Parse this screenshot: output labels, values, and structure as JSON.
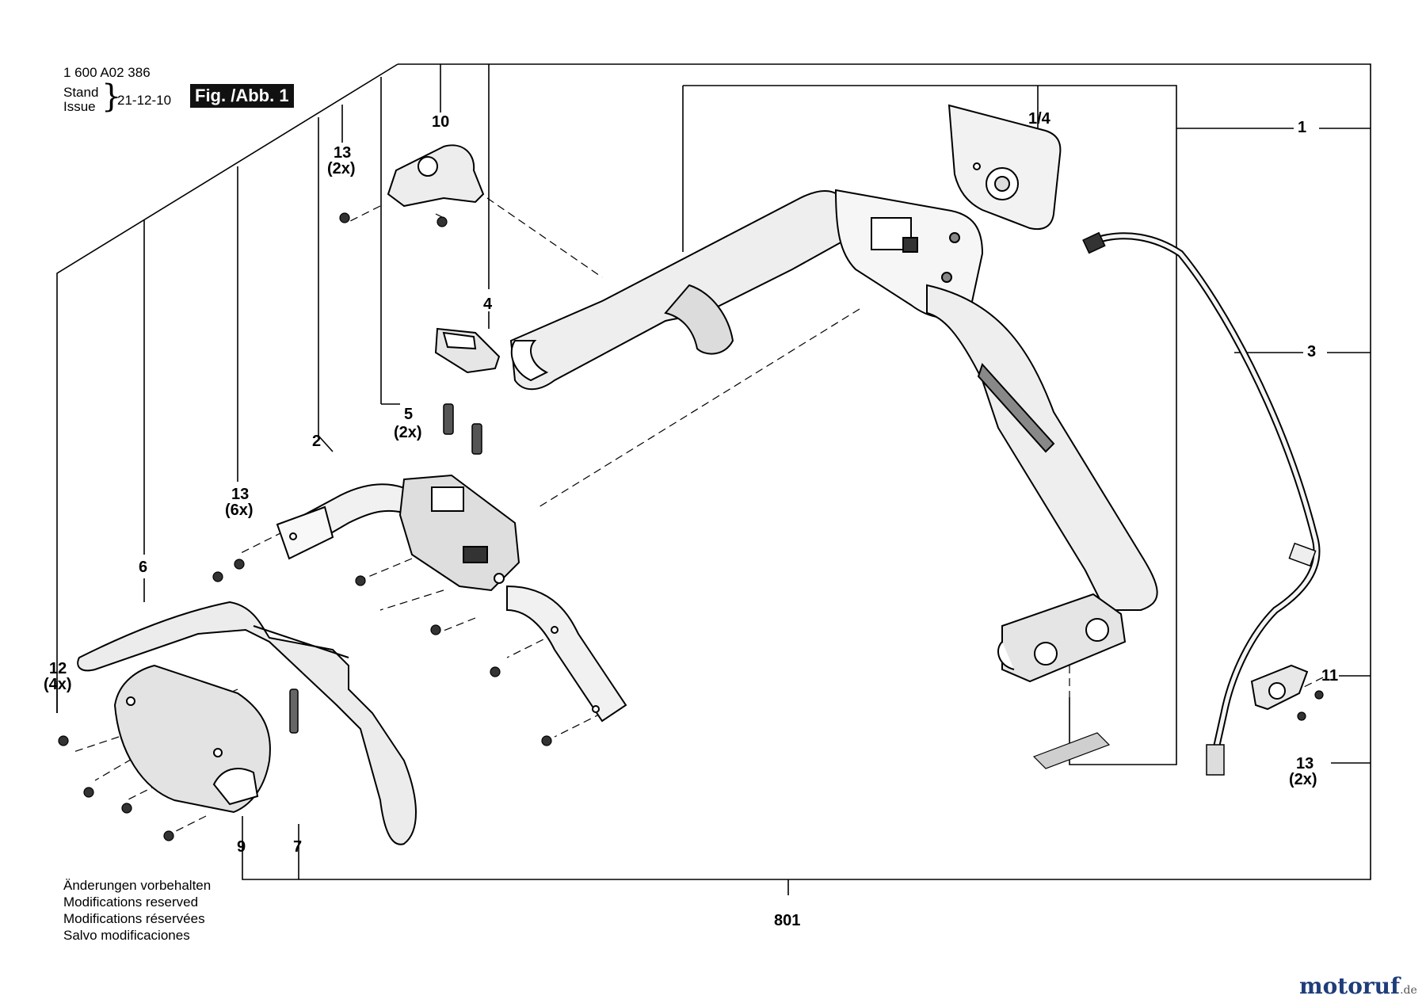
{
  "header": {
    "doc_number": "1 600 A02 386",
    "stand": "Stand",
    "issue": "Issue",
    "date": "21-12-10",
    "fig_label": "Fig. /Abb. 1"
  },
  "callouts": {
    "c1": "1",
    "c1_4": "1/4",
    "c2": "2",
    "c3": "3",
    "c4": "4",
    "c5": "5",
    "c5_qty": "(2x)",
    "c6": "6",
    "c7": "7",
    "c9": "9",
    "c10": "10",
    "c11": "11",
    "c12": "12",
    "c12_qty": "(4x)",
    "c13a": "13",
    "c13a_qty": "(2x)",
    "c13b": "13",
    "c13b_qty": "(6x)",
    "c13c": "13",
    "c13c_qty": "(2x)",
    "c801": "801"
  },
  "notes": [
    "Änderungen vorbehalten",
    "Modifications reserved",
    "Modifications réservées",
    "Salvo modificaciones"
  ],
  "watermark": {
    "text": "motoruf",
    "suffix": ".de",
    "color": "#1f3d7a",
    "dot_color": "#e07a10"
  }
}
